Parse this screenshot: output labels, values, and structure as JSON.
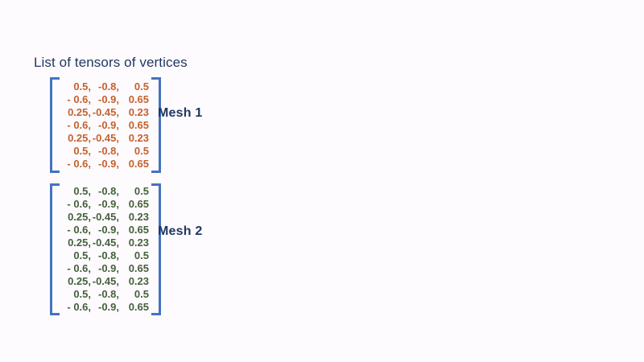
{
  "slide": {
    "title": "List of tensors of vertices"
  },
  "colors": {
    "background": "#FDFBFD",
    "title_text": "#1F3864",
    "mesh_label": "#1F3864",
    "bracket": "#4472C4",
    "mesh1_values": "#C5612D",
    "mesh2_values": "#45603D"
  },
  "meshes": [
    {
      "label": "Mesh 1",
      "value_color": "#C5612D",
      "rows": [
        [
          "0.5,",
          "-0.8,",
          "0.5"
        ],
        [
          "- 0.6,",
          "-0.9,",
          "0.65"
        ],
        [
          "0.25,",
          "-0.45,",
          "0.23"
        ],
        [
          "- 0.6,",
          "-0.9,",
          "0.65"
        ],
        [
          "0.25,",
          "-0.45,",
          "0.23"
        ],
        [
          "0.5,",
          "-0.8,",
          "0.5"
        ],
        [
          "- 0.6,",
          "-0.9,",
          "0.65"
        ]
      ]
    },
    {
      "label": "Mesh 2",
      "value_color": "#45603D",
      "rows": [
        [
          "0.5,",
          "-0.8,",
          "0.5"
        ],
        [
          "- 0.6,",
          "-0.9,",
          "0.65"
        ],
        [
          "0.25,",
          "-0.45,",
          "0.23"
        ],
        [
          "- 0.6,",
          "-0.9,",
          "0.65"
        ],
        [
          "0.25,",
          "-0.45,",
          "0.23"
        ],
        [
          "0.5,",
          "-0.8,",
          "0.5"
        ],
        [
          "- 0.6,",
          "-0.9,",
          "0.65"
        ],
        [
          "0.25,",
          "-0.45,",
          "0.23"
        ],
        [
          "0.5,",
          "-0.8,",
          "0.5"
        ],
        [
          "- 0.6,",
          "-0.9,",
          "0.65"
        ]
      ]
    }
  ]
}
